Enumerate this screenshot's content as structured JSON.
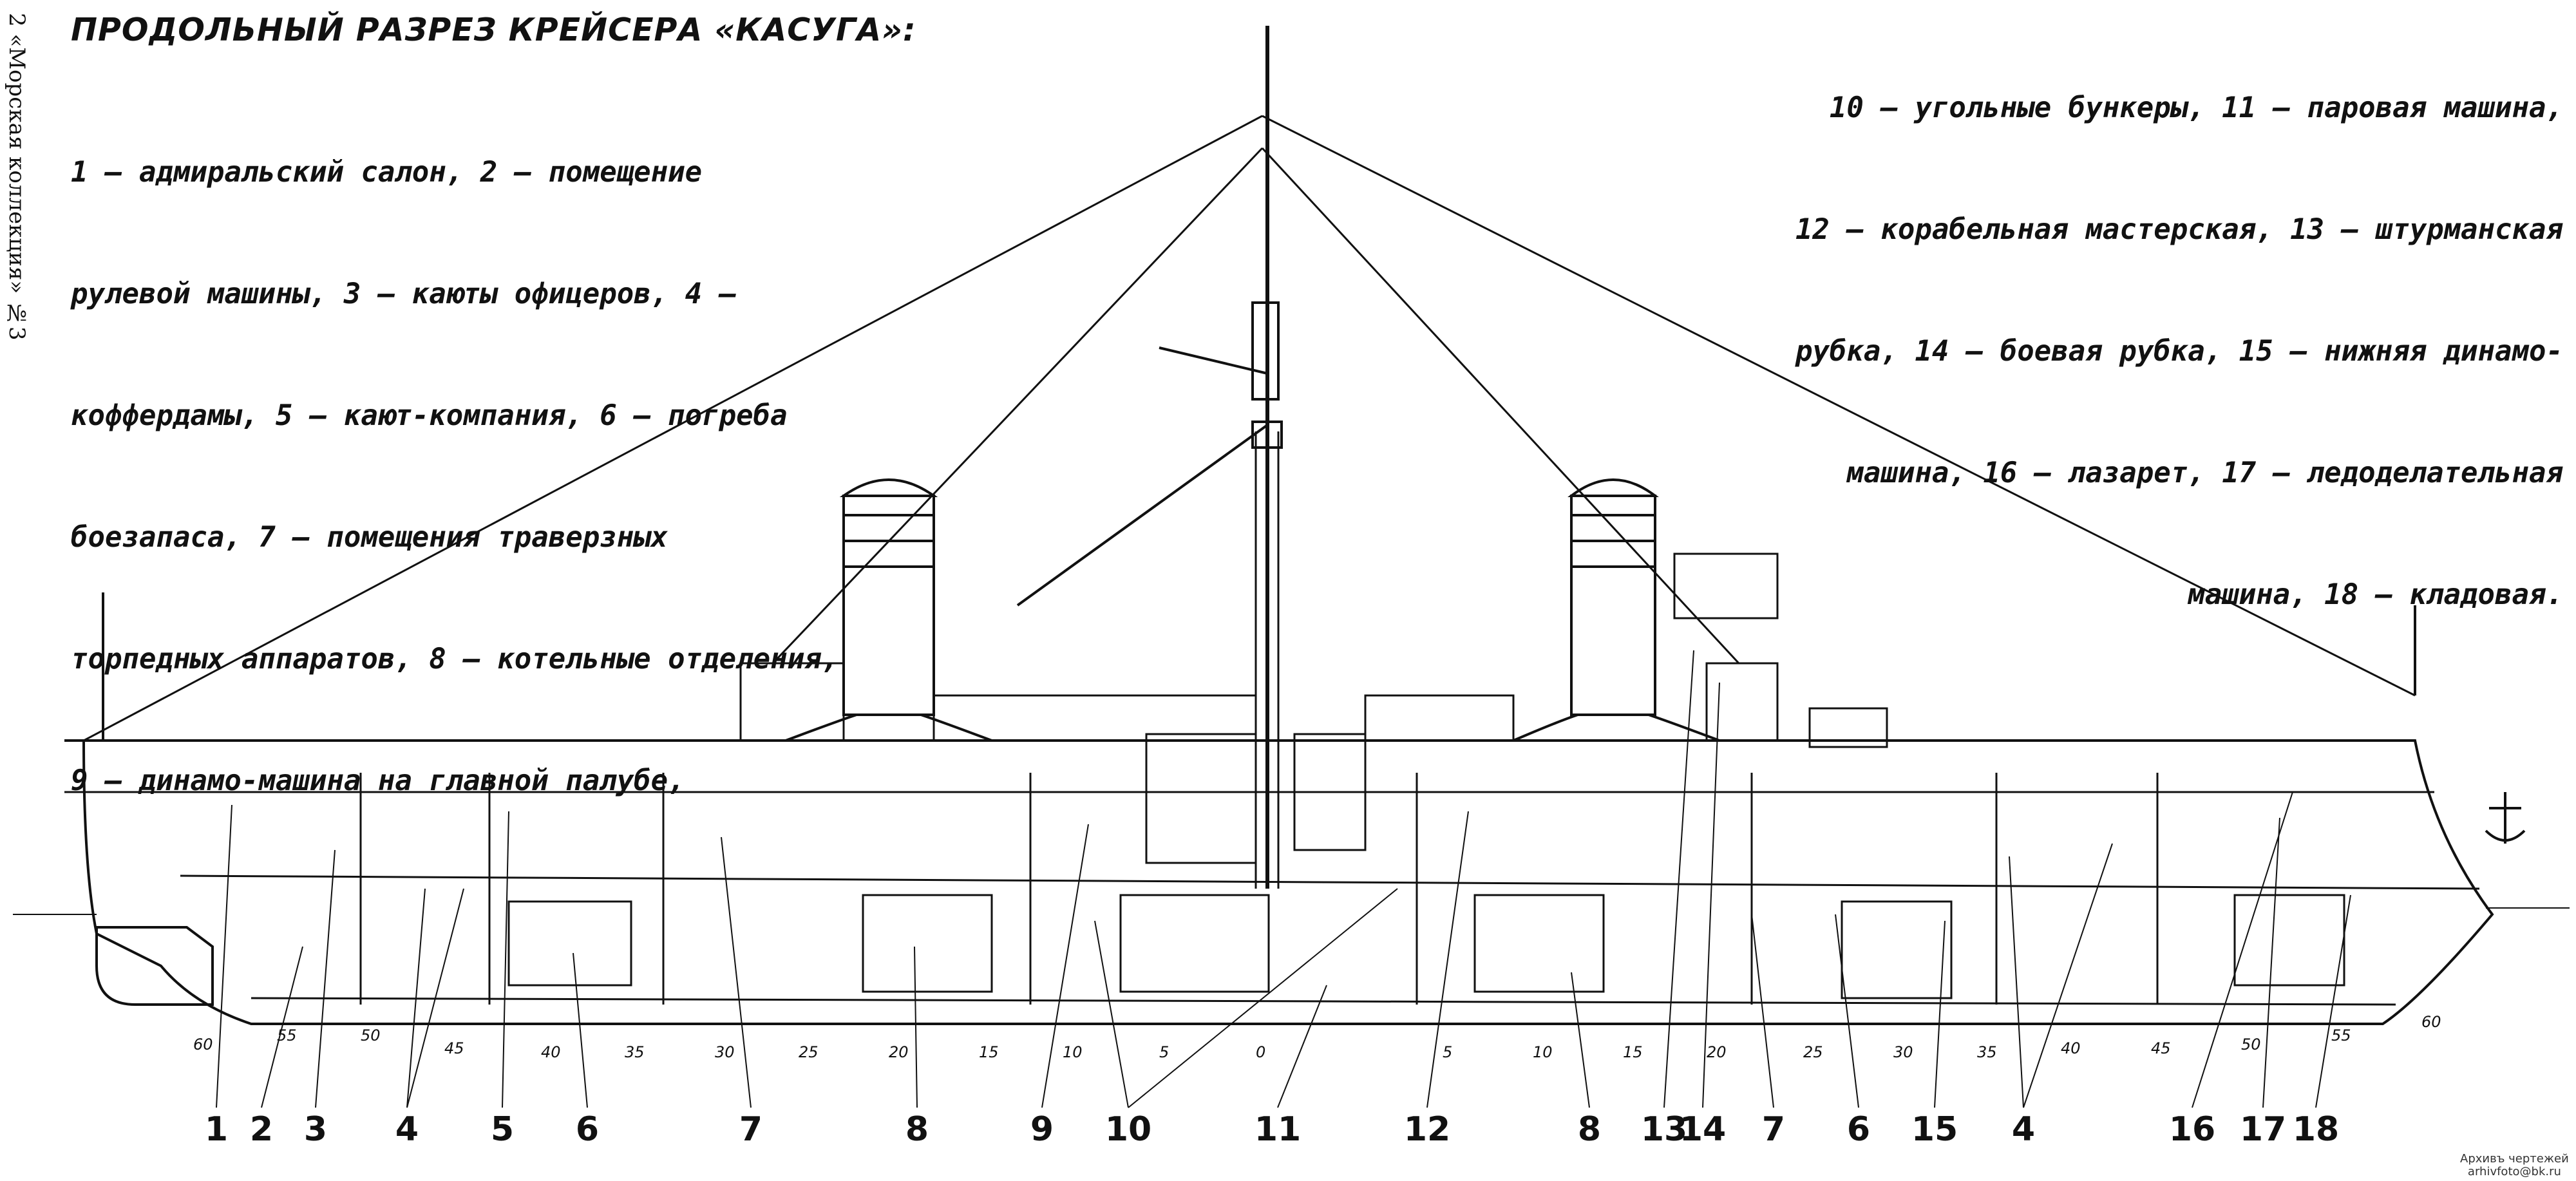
{
  "side_caption": "2 «Морская коллекция» №3",
  "title": "ПРОДОЛЬНЫЙ РАЗРЕЗ КРЕЙСЕРА «КАСУГА»:",
  "legend_left": [
    "1 — адмиральский салон, 2 — помещение",
    "рулевой машины, 3 — каюты офицеров, 4 —",
    "коффердамы, 5 — кают-компания, 6 — погреба",
    "боезапаса, 7 — помещения траверзных",
    "торпедных аппаратов, 8 — котельные отделения,",
    "9 — динамо-машина на главной палубе,"
  ],
  "legend_right": [
    "10 — угольные бункеры, 11 — паровая машина,",
    "12 — корабельная мастерская, 13 — штурманская",
    "рубка, 14 — боевая рубка, 15 — нижняя динамо-",
    "машина, 16 — лазарет, 17 — ледоделательная",
    "машина, 18 — кладовая."
  ],
  "callouts": [
    "1",
    "2",
    "3",
    "4",
    "5",
    "6",
    "7",
    "8",
    "9",
    "10",
    "11",
    "12",
    "8",
    "13",
    "14",
    "7",
    "6",
    "15",
    "4",
    "16",
    "17",
    "18"
  ],
  "frame_numbers": [
    "60",
    "55",
    "50",
    "45",
    "40",
    "35",
    "30",
    "25",
    "20",
    "15",
    "10",
    "5",
    "0",
    "5",
    "10",
    "15",
    "20",
    "25",
    "30",
    "35",
    "40",
    "45",
    "50",
    "55",
    "60"
  ],
  "archive_stamp": [
    "Архивъ чертежей",
    "arhivfoto@bk.ru"
  ]
}
